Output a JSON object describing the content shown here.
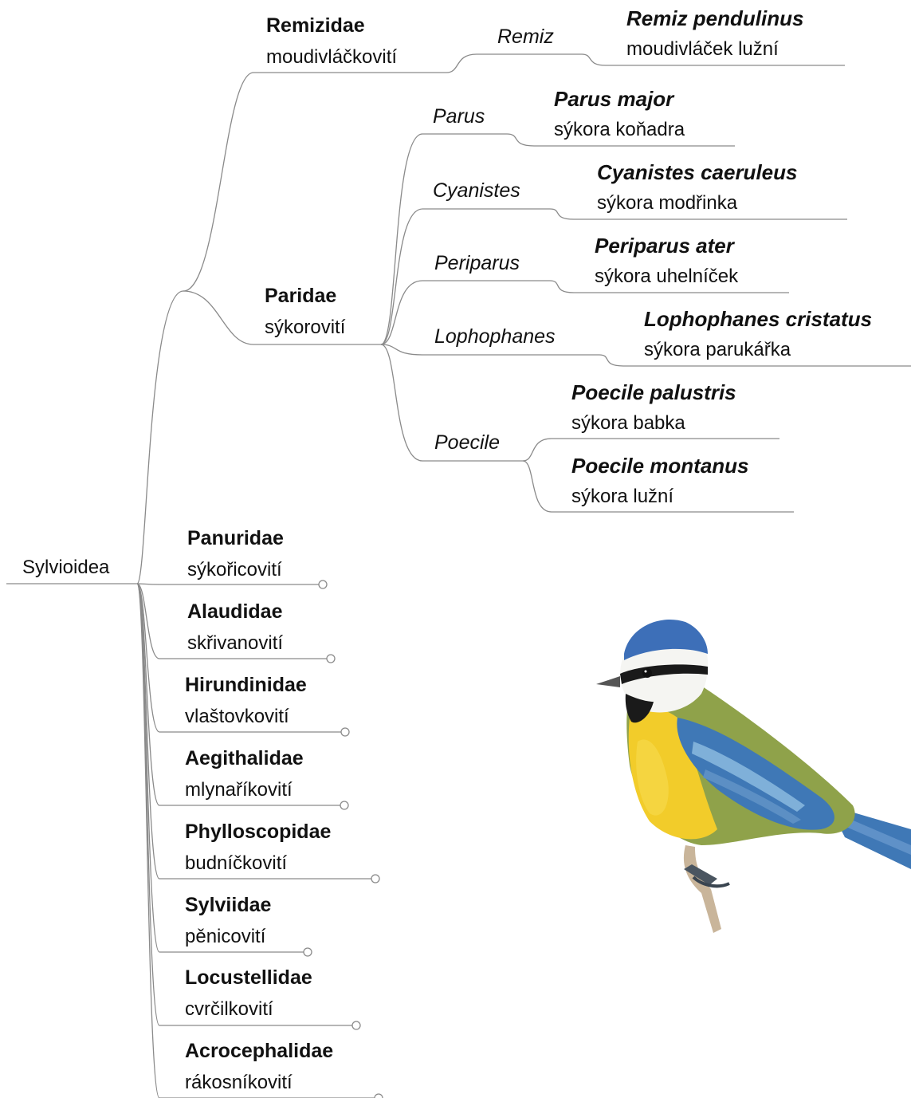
{
  "root": {
    "label": "Sylvioidea"
  },
  "families": {
    "remizidae": {
      "sci": "Remizidae",
      "cz": "moudivláčkovití"
    },
    "paridae": {
      "sci": "Paridae",
      "cz": "sýkorovití"
    },
    "panuridae": {
      "sci": "Panuridae",
      "cz": "sýkořicovití"
    },
    "alaudidae": {
      "sci": "Alaudidae",
      "cz": "skřivanovití"
    },
    "hirundinidae": {
      "sci": "Hirundinidae",
      "cz": "vlaštovkovití"
    },
    "aegithalidae": {
      "sci": "Aegithalidae",
      "cz": "mlynaříkovití"
    },
    "phylloscopidae": {
      "sci": "Phylloscopidae",
      "cz": "budníčkovití"
    },
    "sylviidae": {
      "sci": "Sylviidae",
      "cz": "pěnicovití"
    },
    "locustellidae": {
      "sci": "Locustellidae",
      "cz": "cvrčilkovití"
    },
    "acrocephalidae": {
      "sci": "Acrocephalidae",
      "cz": "rákosníkovití"
    }
  },
  "genera": {
    "remiz": "Remiz",
    "parus": "Parus",
    "cyanistes": "Cyanistes",
    "periparus": "Periparus",
    "lophophanes": "Lophophanes",
    "poecile": "Poecile"
  },
  "species": {
    "remiz_pendulinus": {
      "sci": "Remiz pendulinus",
      "cz": "moudivláček lužní"
    },
    "parus_major": {
      "sci": "Parus major",
      "cz": "sýkora koňadra"
    },
    "cyanistes_caeruleus": {
      "sci": "Cyanistes caeruleus",
      "cz": "sýkora modřinka"
    },
    "periparus_ater": {
      "sci": "Periparus ater",
      "cz": "sýkora uhelníček"
    },
    "lophophanes_cristatus": {
      "sci": "Lophophanes cristatus",
      "cz": "sýkora parukářka"
    },
    "poecile_palustris": {
      "sci": "Poecile palustris",
      "cz": "sýkora babka"
    },
    "poecile_montanus": {
      "sci": "Poecile montanus",
      "cz": "sýkora lužní"
    }
  },
  "colors": {
    "connector": "#8a8a8a",
    "bird_cap": "#3d6fb8",
    "bird_breast": "#f2cc2a",
    "bird_back": "#8fa24a",
    "bird_wing": "#3f78b6"
  },
  "illustration": {
    "icon": "blue-tit-bird-illustration"
  }
}
